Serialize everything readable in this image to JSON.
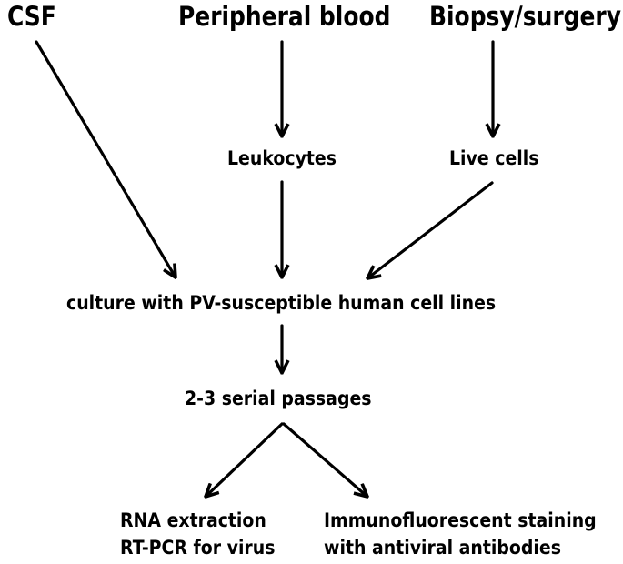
{
  "sources": {
    "csf": "CSF",
    "blood": "Peripheral blood",
    "biopsy": "Biopsy/surgery"
  },
  "intermediate": {
    "leukocytes": "Leukocytes",
    "live_cells": "Live cells"
  },
  "culture": "culture with PV-susceptible human cell lines",
  "passages": "2-3 serial passages",
  "outputs": {
    "rna": {
      "line1": "RNA extraction",
      "line2": "RT-PCR for virus"
    },
    "staining": {
      "line1": "Immunofluorescent staining",
      "line2": "with antiviral antibodies"
    }
  },
  "colors": {
    "text": "#000000",
    "arrows": "#000000",
    "background": "#ffffff"
  }
}
